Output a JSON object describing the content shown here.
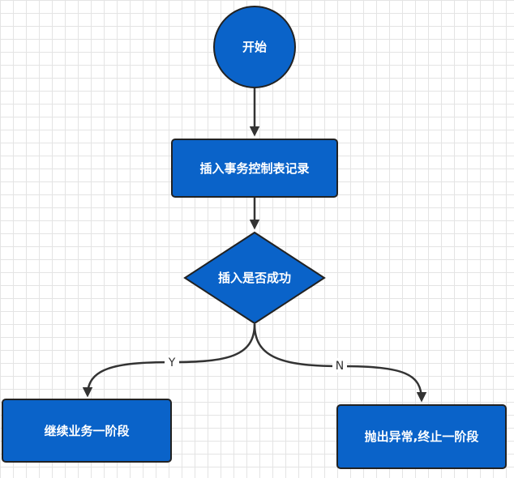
{
  "colors": {
    "node_fill": "#0a63c9",
    "node_stroke": "#222222",
    "edge": "#333333"
  },
  "nodes": {
    "start": "开始",
    "insert": "插入事务控制表记录",
    "decision": "插入是否成功",
    "continue": "继续业务一阶段",
    "abort": "抛出异常,终止一阶段"
  },
  "edges": {
    "yes_label": "Y",
    "no_label": "N"
  }
}
